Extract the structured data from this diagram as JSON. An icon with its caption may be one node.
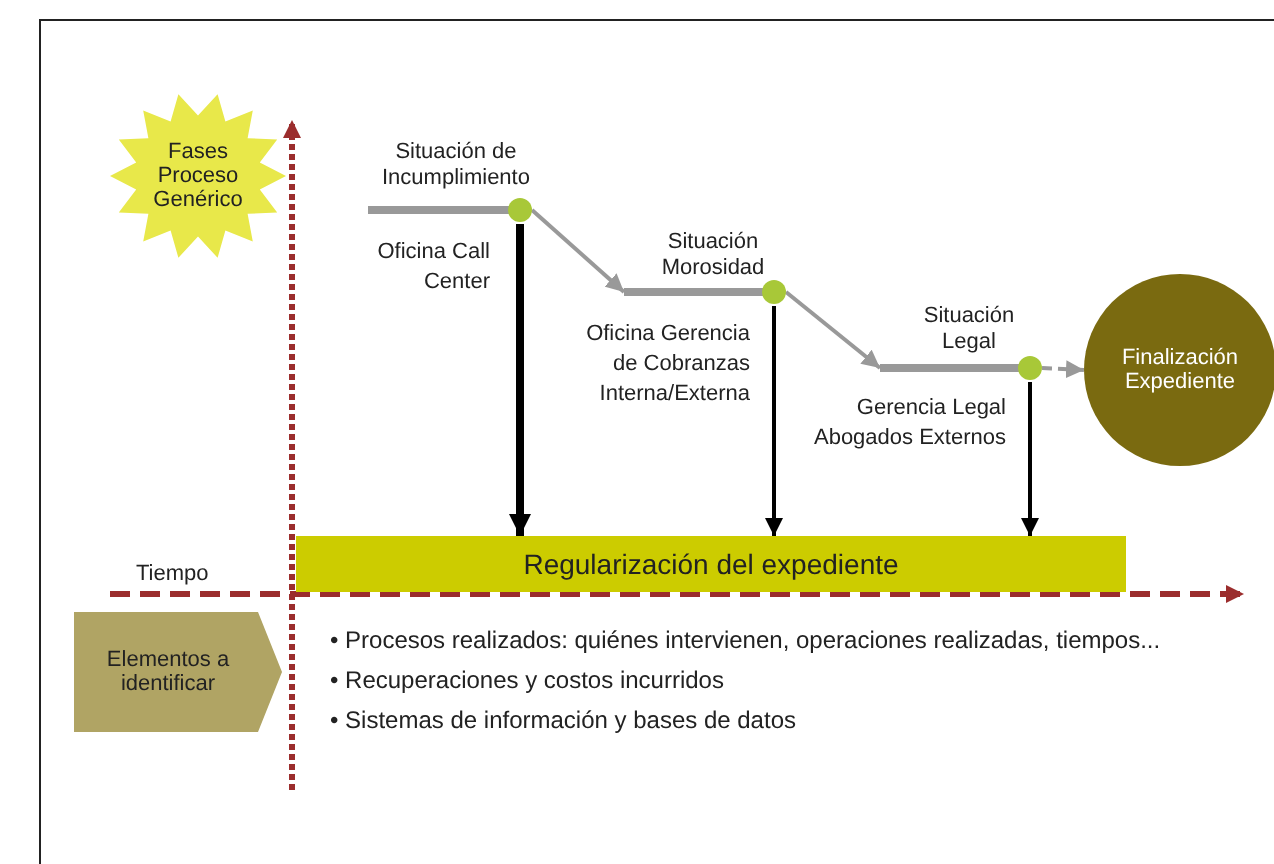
{
  "diagram": {
    "nodes": [
      {
        "text": [
          "Fases Proceso Genérico"
        ]
      },
      {
        "text": [
          "Situación de Incumplimiento"
        ],
        "beside": [
          "Oficina Call Center"
        ]
      },
      {
        "text": [
          "Situación Morosidad"
        ],
        "beside": [
          "Oficina Gerencia de Cobranzas Interna/Externa"
        ]
      },
      {
        "text": [
          "Situación Legal"
        ],
        "beside": [
          "Gerencia Legal Abogados Externos"
        ]
      },
      {
        "text": [
          "Finalización Expediente"
        ]
      },
      {
        "text": [
          "Regularización del expediente"
        ]
      },
      {
        "text": [
          "Elementos a identificar"
        ]
      }
    ],
    "edges": [
      {
        "from": 1,
        "to": 2,
        "arrow": "to",
        "color": "#999999"
      },
      {
        "from": 2,
        "to": 3,
        "arrow": "to",
        "color": "#999999"
      },
      {
        "from": 3,
        "to": 4,
        "arrow": "to",
        "style": "dashed",
        "color": "#999999"
      },
      {
        "from": 1,
        "to": 5,
        "arrow": "to",
        "style": "thick",
        "color": "#000000"
      },
      {
        "from": 2,
        "to": 5,
        "arrow": "to",
        "color": "#000000"
      },
      {
        "from": 3,
        "to": 5,
        "arrow": "to",
        "color": "#000000"
      }
    ],
    "labels": [
      "Tiempo",
      "• Procesos realizados: quiénes intervienen, operaciones realizadas, tiempos...",
      "• Recuperaciones y costos incurridos",
      "• Sistemas de información y bases de datos"
    ]
  }
}
